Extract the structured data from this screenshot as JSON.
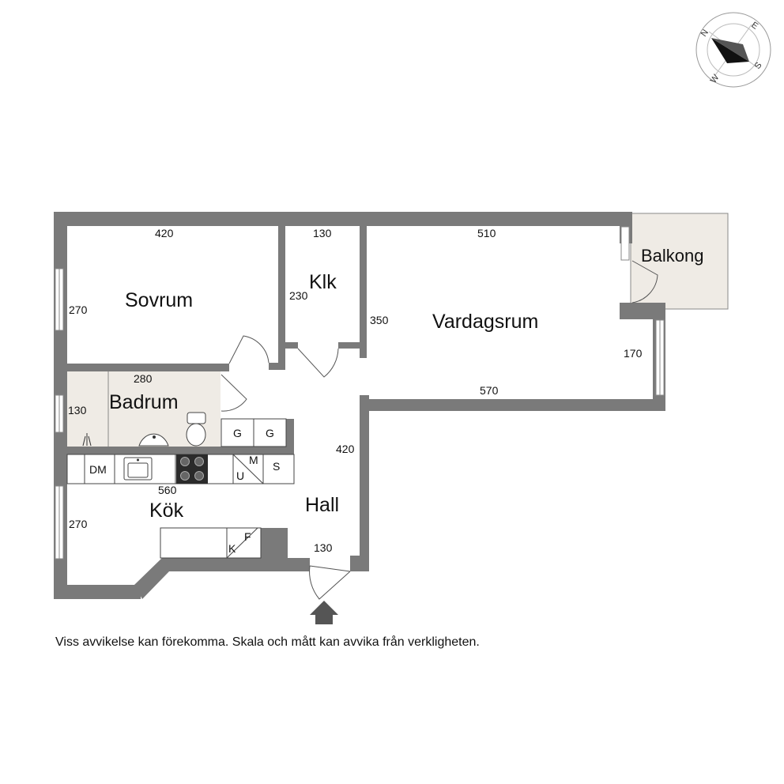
{
  "rooms": {
    "sovrum": "Sovrum",
    "klk": "Klk",
    "vardagsrum": "Vardagsrum",
    "balkong": "Balkong",
    "badrum": "Badrum",
    "kok": "Kök",
    "hall": "Hall"
  },
  "dimensions": {
    "sovrum_width": "420",
    "sovrum_height": "270",
    "klk_width": "130",
    "klk_height": "230",
    "vardagsrum_width_top": "510",
    "vardagsrum_height": "350",
    "vardagsrum_right": "170",
    "vardagsrum_width_bottom": "570",
    "badrum_width": "280",
    "badrum_height": "130",
    "hall_height": "420",
    "kok_width": "560",
    "kok_height": "270",
    "entrance_width": "130"
  },
  "appliances": {
    "dishwasher": "DM",
    "g1": "G",
    "g2": "G",
    "m": "M",
    "u": "U",
    "s": "S",
    "k": "K",
    "f": "F"
  },
  "compass": {
    "n": "N",
    "e": "E",
    "s": "S",
    "w": "W"
  },
  "disclaimer": "Viss avvikelse kan förekomma. Skala och mått kan avvika från verkligheten."
}
